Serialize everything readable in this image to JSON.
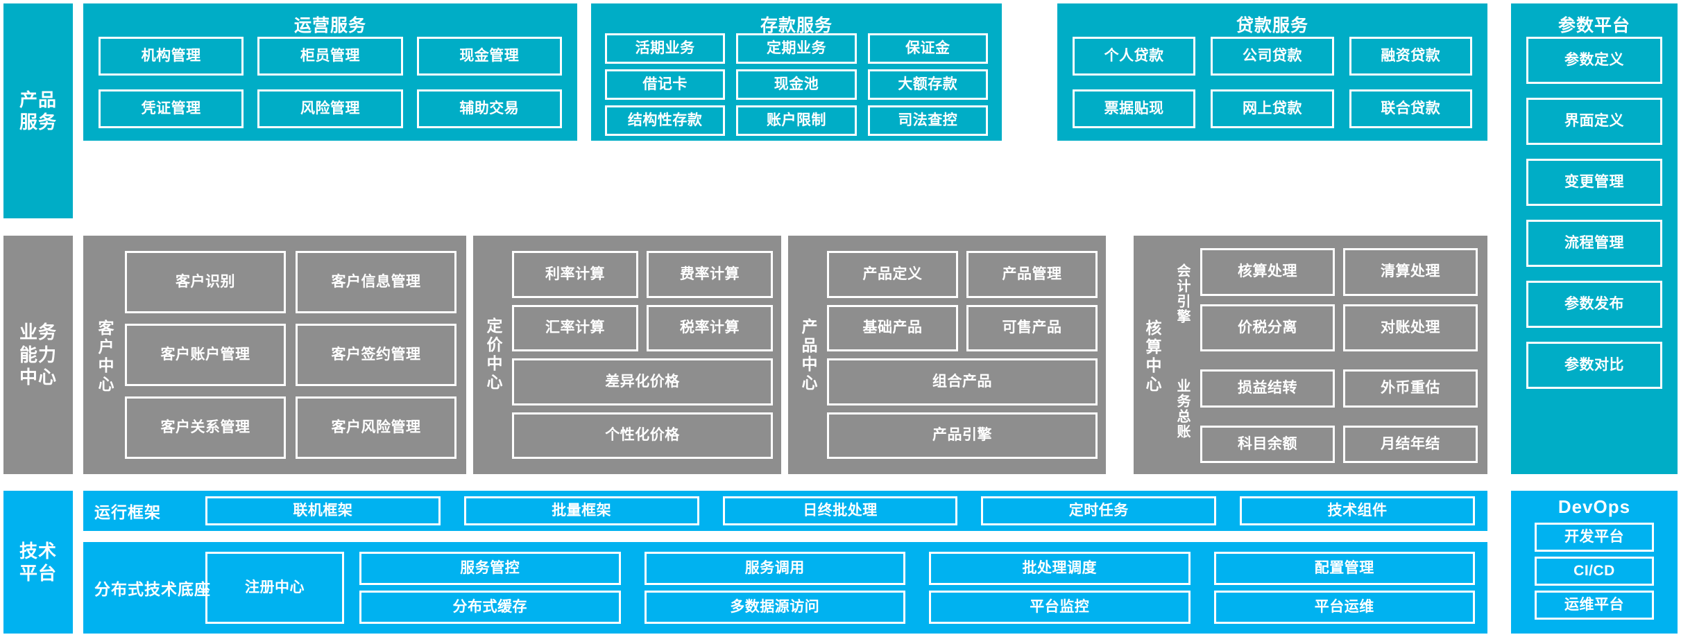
{
  "rails": {
    "product_service": "产品\n服务",
    "business_capability": "业务\n能力\n中心",
    "tech_platform": "技术\n平台"
  },
  "colors": {
    "teal": "#00ADC6",
    "gray": "#8E8E8E",
    "blue": "#00B2F0",
    "border": "#FFFFFF",
    "background": "#FFFFFF"
  },
  "product_service": {
    "rail_label": "产品服务",
    "panels": [
      {
        "title": "运营服务",
        "items": [
          "机构管理",
          "柜员管理",
          "现金管理",
          "凭证管理",
          "风险管理",
          "辅助交易"
        ]
      },
      {
        "title": "存款服务",
        "items": [
          "活期业务",
          "定期业务",
          "保证金",
          "借记卡",
          "现金池",
          "大额存款",
          "结构性存款",
          "账户限制",
          "司法查控"
        ]
      },
      {
        "title": "贷款服务",
        "items": [
          "个人贷款",
          "公司贷款",
          "融资贷款",
          "票据贴现",
          "网上贷款",
          "联合贷款"
        ]
      }
    ]
  },
  "parameter_platform": {
    "title": "参数平台",
    "items": [
      "参数定义",
      "界面定义",
      "变更管理",
      "流程管理",
      "参数发布",
      "参数对比"
    ]
  },
  "business_capability": {
    "rail_label": "业务能力中心",
    "centers": [
      {
        "label": "客户中心",
        "items": [
          "客户识别",
          "客户信息管理",
          "客户账户管理",
          "客户签约管理",
          "客户关系管理",
          "客户风险管理"
        ]
      },
      {
        "label": "定价中心",
        "items": [
          "利率计算",
          "费率计算",
          "汇率计算",
          "税率计算",
          "差异化价格",
          "个性化价格"
        ]
      },
      {
        "label": "产品中心",
        "items": [
          "产品定义",
          "产品管理",
          "基础产品",
          "可售产品",
          "组合产品",
          "产品引擎"
        ]
      },
      {
        "label": "核算中心",
        "sublabels": [
          "会计引擎",
          "业务总账"
        ],
        "items": [
          "核算处理",
          "清算处理",
          "价税分离",
          "对账处理",
          "损益结转",
          "外币重估",
          "科目余额",
          "月结年结"
        ]
      }
    ]
  },
  "tech_platform": {
    "rail_label": "技术平台",
    "bands": [
      {
        "label": "运行框架",
        "items": [
          "联机框架",
          "批量框架",
          "日终批处理",
          "定时任务",
          "技术组件"
        ]
      },
      {
        "label": "分布式技术底座",
        "feature": "注册中心",
        "items": [
          "服务管控",
          "服务调用",
          "批处理调度",
          "配置管理",
          "分布式缓存",
          "多数据源访问",
          "平台监控",
          "平台运维"
        ]
      }
    ]
  },
  "devops": {
    "title": "DevOps",
    "items": [
      "开发平台",
      "CI/CD",
      "运维平台"
    ]
  }
}
